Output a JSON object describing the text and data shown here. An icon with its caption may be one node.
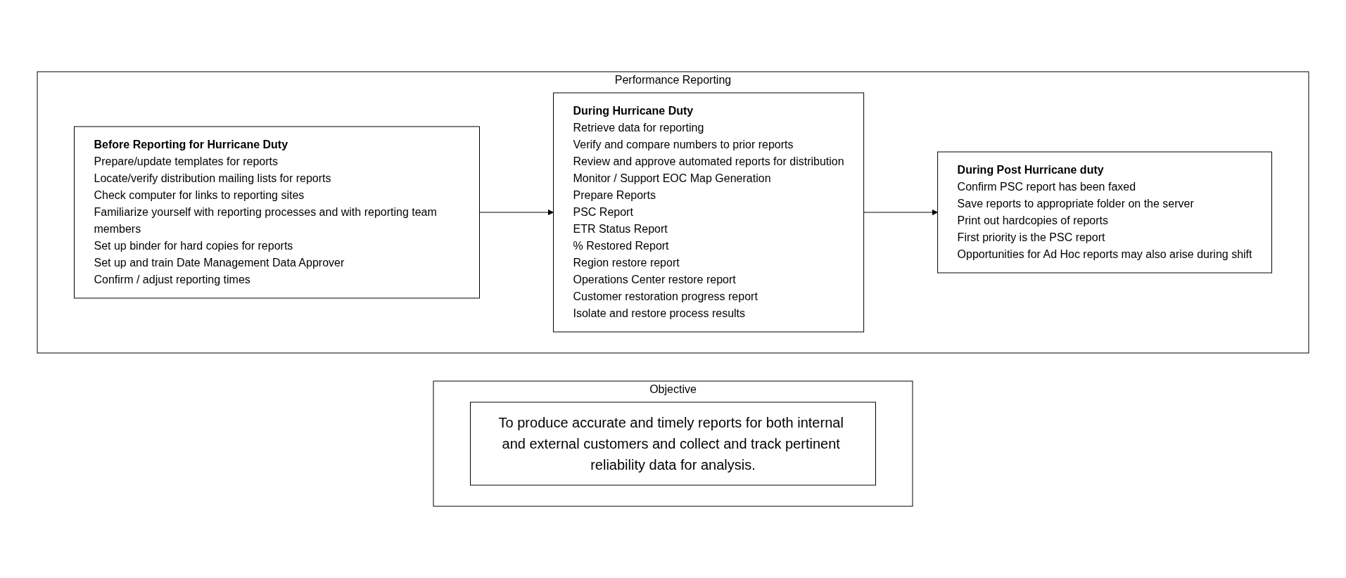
{
  "diagram": {
    "nodes": [
      {
        "text": [
          "Objective"
        ]
      },
      {
        "text": [
          "To produce accurate and timely reports for both internal and external customers and collect and track pertinent reliability data for analysis."
        ],
        "in": 0
      },
      {
        "text": [
          "Performance Reporting"
        ]
      },
      {
        "text": [
          "Before Reporting for Hurricane Duty",
          "Prepare/update templates for reports",
          "Locate/verify distribution mailing lists for reports",
          "Check computer for links to reporting sites",
          "Familiarize yourself with reporting processes and with reporting team members",
          "Set up binder for hard copies for reports",
          "Set up and train Date Management Data Approver",
          "Confirm / adjust reporting times"
        ],
        "in": 2
      },
      {
        "text": [
          "During Hurricane Duty",
          "Retrieve data for reporting",
          "Verify and compare numbers to prior reports",
          "Review and approve automated reports for distribution",
          "Monitor / Support EOC Map Generation",
          "Prepare Reports",
          "PSC Report",
          "ETR Status Report",
          "% Restored Report",
          "Region restore report",
          "Operations Center restore report",
          "Customer restoration progress report",
          "Isolate and restore process results"
        ],
        "in": 2
      },
      {
        "text": [
          "During Post Hurricane duty",
          "Confirm PSC report has been faxed",
          "Save reports to appropriate folder on the server",
          "Print out hardcopies of reports",
          "First priority is the PSC report",
          "Opportunities for Ad Hoc reports may also arise during shift"
        ],
        "in": 2
      }
    ],
    "edges": [
      {
        "from": 3,
        "to": 4,
        "arrow": "to"
      },
      {
        "from": 4,
        "to": 5,
        "arrow": "to"
      }
    ]
  }
}
